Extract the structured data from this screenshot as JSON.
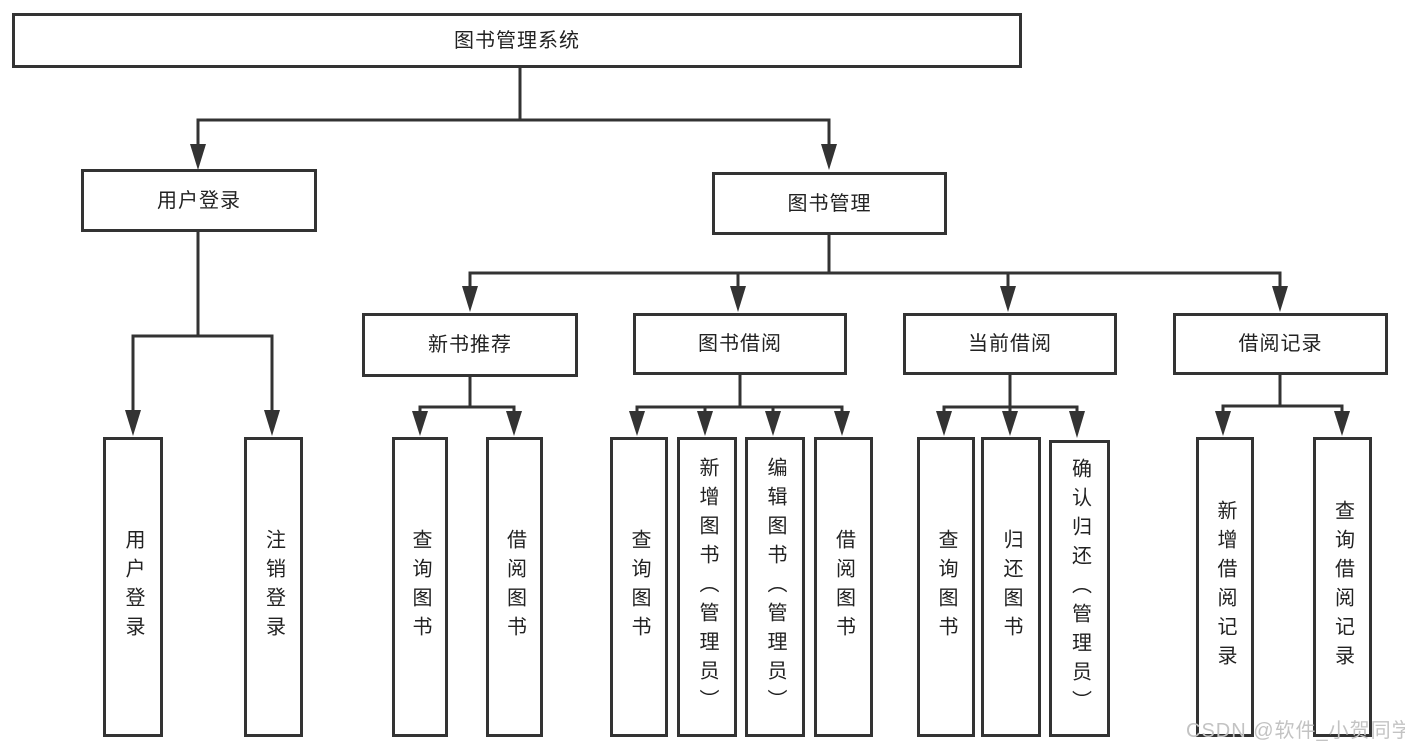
{
  "diagram": {
    "title_node": "图书管理系统",
    "level2": {
      "user_login": "用户登录",
      "book_management": "图书管理"
    },
    "level3": {
      "new_book_recommend": "新书推荐",
      "book_borrowing": "图书借阅",
      "current_borrowing": "当前借阅",
      "borrowing_records": "借阅记录"
    },
    "leaves": {
      "user_login": [
        "用户登录",
        "注销登录"
      ],
      "new_book_recommend": [
        "查询图书",
        "借阅图书"
      ],
      "book_borrowing": [
        "查询图书",
        "新增图书（管理员）",
        "编辑图书（管理员）",
        "借阅图书"
      ],
      "current_borrowing": [
        "查询图书",
        "归还图书",
        "确认归还（管理员）"
      ],
      "borrowing_records": [
        "新增借阅记录",
        "查询借阅记录"
      ]
    },
    "colors": {
      "line": "#333333",
      "text": "#222222",
      "background": "#ffffff",
      "watermark": "#c3c3c3"
    },
    "watermark": "CSDN @软件_小贺同学"
  }
}
